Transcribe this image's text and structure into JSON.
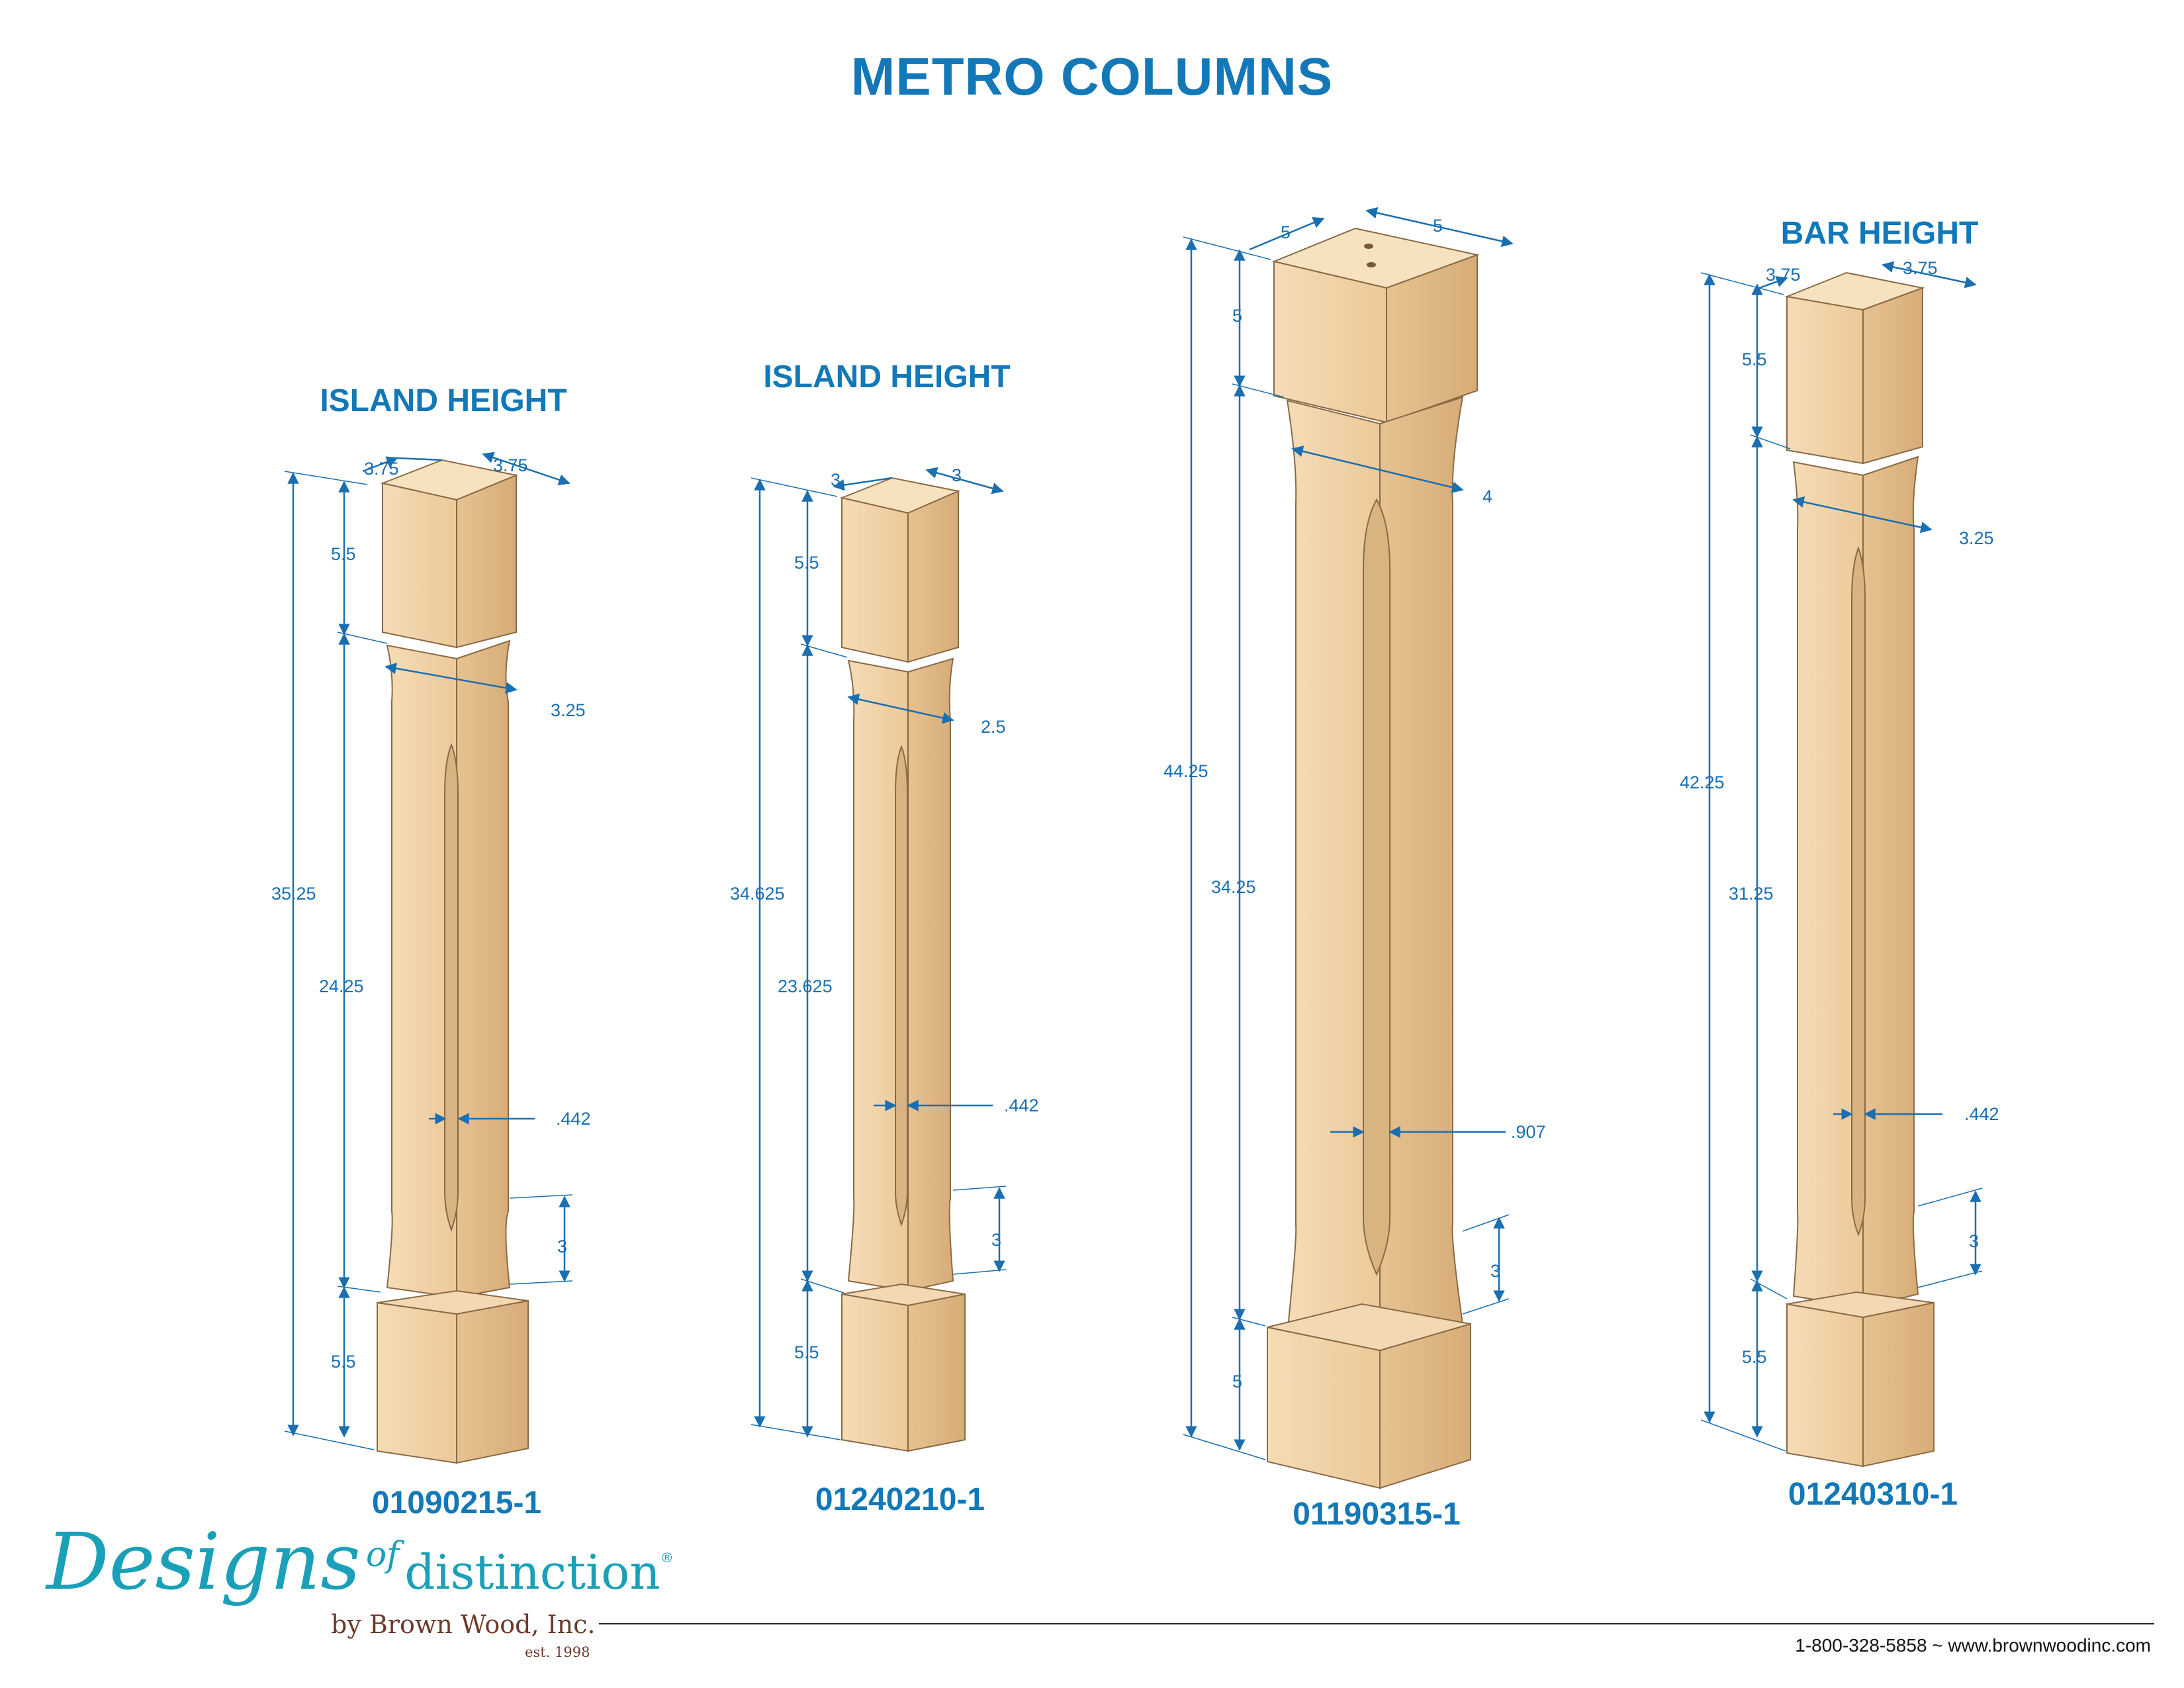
{
  "title": "METRO COLUMNS",
  "colors": {
    "accent": "#1378b7",
    "wood_light": "#f2d6b0",
    "wood_mid": "#e6c393",
    "wood_dark": "#d4aa75"
  },
  "columns": [
    {
      "heading": "ISLAND HEIGHT",
      "part_number": "01090215-1",
      "dims": {
        "top_w": "3.75",
        "top_d": "3.75",
        "top_block": "5.5",
        "overall": "35.25",
        "shaft": "24.25",
        "shaft_width": "3.25",
        "flute": ".442",
        "taper": "3",
        "bottom_block": "5.5"
      }
    },
    {
      "heading": "ISLAND HEIGHT",
      "part_number": "01240210-1",
      "dims": {
        "top_w": "3",
        "top_d": "3",
        "top_block": "5.5",
        "overall": "34.625",
        "shaft": "23.625",
        "shaft_width": "2.5",
        "flute": ".442",
        "taper": "3",
        "bottom_block": "5.5"
      }
    },
    {
      "heading": "",
      "part_number": "01190315-1",
      "dims": {
        "top_w": "5",
        "top_d": "5",
        "top_block": "5",
        "overall": "44.25",
        "shaft": "34.25",
        "shaft_width": "4",
        "flute": ".907",
        "taper": "3",
        "bottom_block": "5"
      }
    },
    {
      "heading": "BAR HEIGHT",
      "part_number": "01240310-1",
      "dims": {
        "top_w": "3.75",
        "top_d": "3.75",
        "top_block": "5.5",
        "overall": "42.25",
        "shaft": "31.25",
        "shaft_width": "3.25",
        "flute": ".442",
        "taper": "3",
        "bottom_block": "5.5"
      }
    }
  ],
  "logo": {
    "script": "Designs",
    "of": "of",
    "word": "distinction",
    "registered": "®",
    "subtitle": "by Brown Wood, Inc.",
    "established": "est. 1998"
  },
  "footer": {
    "contact": "1-800-328-5858 ~ www.brownwoodinc.com"
  }
}
